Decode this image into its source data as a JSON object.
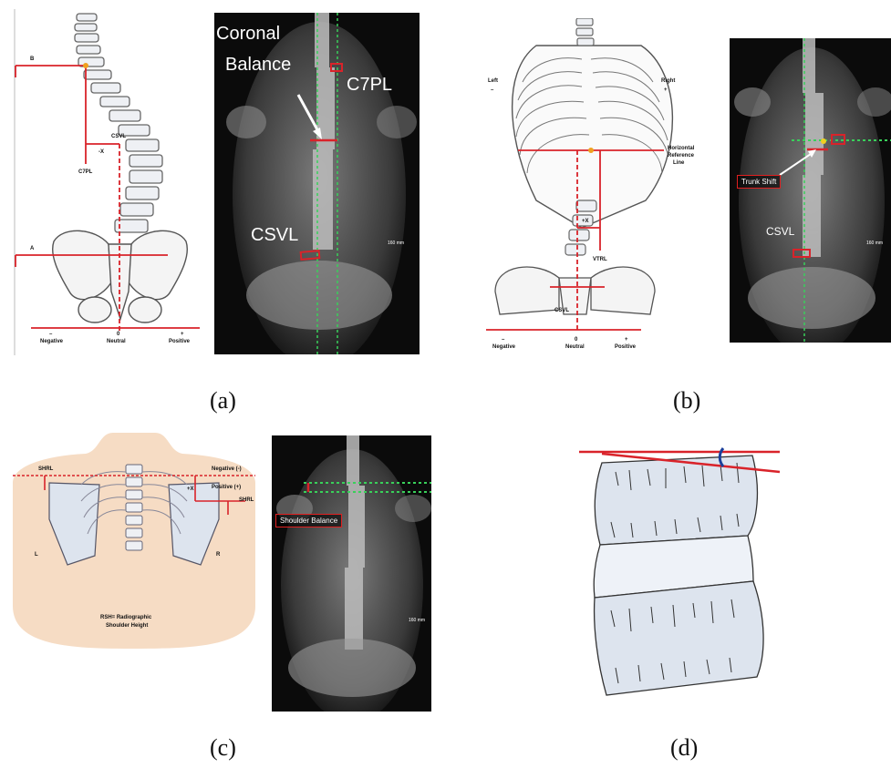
{
  "captions": {
    "a": "(a)",
    "b": "(b)",
    "c": "(c)",
    "d": "(d)"
  },
  "panel_a": {
    "diagram": {
      "label_b": "B",
      "label_a": "A",
      "csvl": "CSVL",
      "c7pl": "C7PL",
      "minus_x": "-X",
      "scale_negative_sign": "–",
      "scale_negative": "Negative",
      "scale_zero": "0",
      "scale_neutral": "Neutral",
      "scale_positive_sign": "+",
      "scale_positive": "Positive"
    },
    "xray": {
      "coronal": "Coronal",
      "balance": "Balance",
      "c7pl": "C7PL",
      "csvl": "CSVL",
      "scale": "160 mm"
    }
  },
  "panel_b": {
    "diagram": {
      "left": "Left",
      "left_sign": "–",
      "right": "Right",
      "right_sign": "+",
      "horizontal_1": "Horizontal",
      "horizontal_2": "Reference",
      "horizontal_3": "Line",
      "plus_x": "+X",
      "vtrl": "VTRL",
      "csvl": "CSVL",
      "scale_negative_sign": "–",
      "scale_negative": "Negative",
      "scale_zero": "0",
      "scale_neutral": "Neutral",
      "scale_positive_sign": "+",
      "scale_positive": "Positive"
    },
    "xray": {
      "trunk_shift": "Trunk Shift",
      "csvl": "CSVL",
      "scale": "160 mm"
    }
  },
  "panel_c": {
    "diagram": {
      "shrl_left": "SHRL",
      "shrl_right": "SHRL",
      "negative": "Negative (-)",
      "positive": "Positive (+)",
      "plus_x": "+X",
      "l": "L",
      "r": "R",
      "rsh_1": "RSH= Radiographic",
      "rsh_2": "Shoulder Height"
    },
    "xray": {
      "shoulder_balance": "Shoulder Balance",
      "scale": "160 mm"
    }
  },
  "colors": {
    "red": "#d9232a",
    "green": "#39d05a",
    "skin": "#f6dcc4",
    "bone_fill": "#dde4ee",
    "xray_bg": "#0b0b0b"
  }
}
